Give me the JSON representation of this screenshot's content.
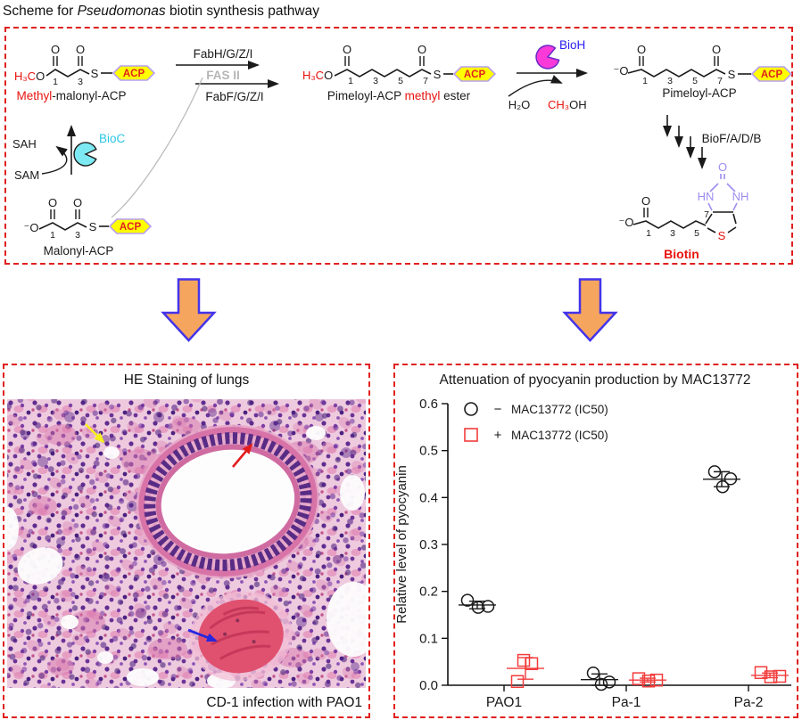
{
  "figure_title": {
    "prefix": "Scheme for ",
    "italic": "Pseudomonas",
    "suffix": " biotin synthesis pathway"
  },
  "colors": {
    "border_red": "#e01f1f",
    "acp_fill": "#ffff00",
    "acp_border": "#b79df2",
    "acp_text": "#e02020",
    "red_text": "#e8130e",
    "bioc_fill": "#7de9f2",
    "bioc_text": "#2cc6e2",
    "bioh_fill": "#f93ad8",
    "bioh_text": "#2a1bf0",
    "fas_gray": "#b5b5b5",
    "biotin_ring": "#9e8ef2",
    "block_arrow_fill": "#f6a55f",
    "block_arrow_border": "#4334ea",
    "pa1_label": "#ff2ad4",
    "pa2_label": "#4636e0",
    "plus_series_red": "#f23c3c"
  },
  "scheme": {
    "acp": "ACP",
    "methylmalonyl": {
      "h3c": "H₃C",
      "o": "O",
      "c1_o": "O",
      "c3_o": "O",
      "n1": "1",
      "n3": "3",
      "s": "S",
      "name_red": "Methyl",
      "name_rest": "-malonyl-ACP"
    },
    "fas": {
      "enzymes_top": "FabH/G/Z/I",
      "system": "FAS II",
      "enzymes_bottom": "FabF/G/Z/I"
    },
    "bioc": {
      "sah": "SAH",
      "sam": "SAM",
      "enzyme": "BioC"
    },
    "malonyl": {
      "o_minus": "⁻O",
      "c1_o": "O",
      "c3_o": "O",
      "n1": "1",
      "n3": "3",
      "s": "S",
      "name": "Malonyl-ACP"
    },
    "pame": {
      "h3c": "H₃C",
      "o": "O",
      "c1_o": "O",
      "c7_o": "O",
      "n1": "1",
      "n3": "3",
      "n5": "5",
      "n7": "7",
      "s": "S",
      "name_pre": "Pimeloyl-ACP ",
      "name_red": "methyl",
      "name_post": " ester"
    },
    "bioh": {
      "enzyme": "BioH",
      "h2o": "H₂O",
      "ch3": "CH₃",
      "oh": "OH"
    },
    "pimeloyl": {
      "o_minus": "⁻O",
      "c1_o": "O",
      "c7_o": "O",
      "n1": "1",
      "n3": "3",
      "n5": "5",
      "n7": "7",
      "s": "S",
      "name": "Pimeloyl-ACP"
    },
    "biof": {
      "enzymes": "BioF/A/D/B"
    },
    "biotin": {
      "o_minus": "⁻O",
      "c1_o": "O",
      "n1": "1",
      "n3": "3",
      "n5": "5",
      "n7": "7",
      "ring_o": "O",
      "hn": "HN",
      "nh": "NH",
      "s": "S",
      "name": "Biotin"
    }
  },
  "histology": {
    "title": "HE Staining of lungs",
    "caption": "CD-1 infection with PAO1"
  },
  "chart_data": {
    "type": "scatter",
    "title": "Attenuation of pyocyanin production by MAC13772",
    "ylabel": "Relative level of pyocyanin",
    "ylim": [
      0,
      0.6
    ],
    "yticks": [
      0,
      0.1,
      0.2,
      0.3,
      0.4,
      0.5,
      0.6
    ],
    "grid": false,
    "legend_position": "top-left",
    "categories": [
      "PAO1",
      "Pa-1",
      "Pa-2"
    ],
    "category_colors": [
      "#1a1a1a",
      "#ff2ad4",
      "#4636e0"
    ],
    "legend": [
      {
        "symbol": "circle",
        "sign": "−",
        "label": "MAC13772 (IC50)",
        "color": "#1a1a1a"
      },
      {
        "symbol": "square",
        "sign": "+",
        "label": "MAC13772 (IC50)",
        "color": "#f23c3c"
      }
    ],
    "series": [
      {
        "name": "− MAC13772 (IC50)",
        "marker": "circle",
        "color": "#1a1a1a",
        "groups": [
          {
            "category": "PAO1",
            "points": [
              [
                -11,
                0.181
              ],
              [
                1,
                0.166
              ],
              [
                12,
                0.168
              ]
            ],
            "mean": 0.171,
            "sd": 0.008
          },
          {
            "category": "Pa-1",
            "points": [
              [
                -7,
                0.026
              ],
              [
                2,
                0.002
              ],
              [
                11,
                0.007
              ]
            ],
            "mean": 0.012,
            "sd": 0.012
          },
          {
            "category": "Pa-2",
            "points": [
              [
                -8,
                0.455
              ],
              [
                10,
                0.44
              ],
              [
                1,
                0.423
              ]
            ],
            "mean": 0.439,
            "sd": 0.016
          }
        ]
      },
      {
        "name": "+ MAC13772 (IC50)",
        "marker": "square",
        "color": "#f23c3c",
        "groups": [
          {
            "category": "PAO1",
            "points": [
              [
                -2,
                0.053
              ],
              [
                7,
                0.046
              ],
              [
                -9,
                0.008
              ]
            ],
            "mean": 0.036,
            "sd": 0.023
          },
          {
            "category": "Pa-1",
            "points": [
              [
                -10,
                0.014
              ],
              [
                1,
                0.009
              ],
              [
                10,
                0.011
              ]
            ],
            "mean": 0.011,
            "sd": 0.004
          },
          {
            "category": "Pa-2",
            "points": [
              [
                -10,
                0.027
              ],
              [
                1,
                0.018
              ],
              [
                11,
                0.019
              ]
            ],
            "mean": 0.021,
            "sd": 0.005
          }
        ]
      }
    ]
  }
}
